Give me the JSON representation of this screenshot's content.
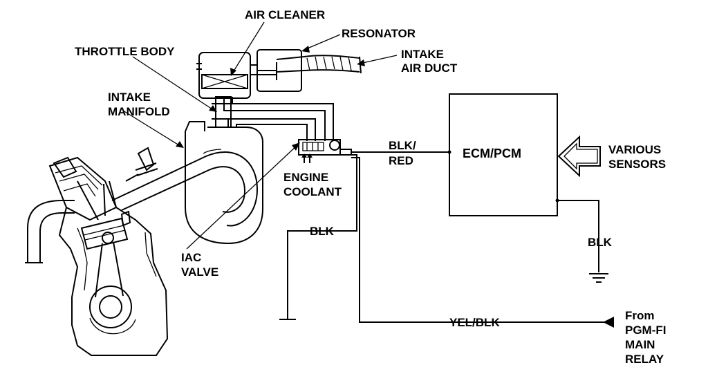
{
  "labels": {
    "air_cleaner": "AIR CLEANER",
    "resonator": "RESONATOR",
    "intake_air_duct_1": "INTAKE",
    "intake_air_duct_2": "AIR DUCT",
    "throttle_body": "THROTTLE BODY",
    "intake_manifold_1": "INTAKE",
    "intake_manifold_2": "MANIFOLD",
    "engine_coolant_1": "ENGINE",
    "engine_coolant_2": "COOLANT",
    "iac_valve_1": "IAC",
    "iac_valve_2": "VALVE",
    "blk_red_1": "BLK/",
    "blk_red_2": "RED",
    "ecm_pcm": "ECM/PCM",
    "various_sensors_1": "VARIOUS",
    "various_sensors_2": "SENSORS",
    "blk_left": "BLK",
    "blk_right": "BLK",
    "yel_blk": "YEL/BLK",
    "from_relay_1": "From",
    "from_relay_2": "PGM-FI",
    "from_relay_3": "MAIN",
    "from_relay_4": "RELAY"
  }
}
